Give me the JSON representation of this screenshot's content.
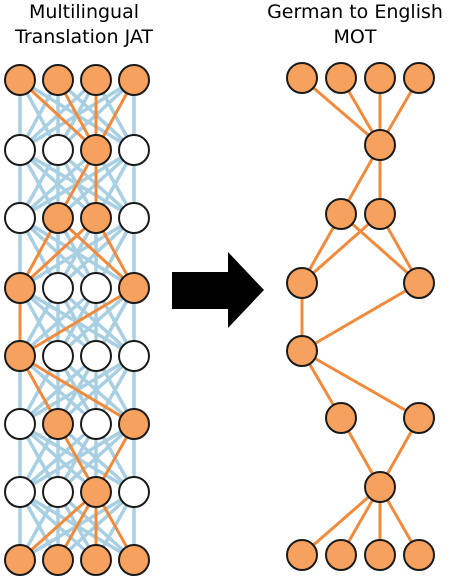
{
  "left_panel": {
    "title_line1": "Multilingual",
    "title_line2": "Translation JAT",
    "layers": [
      [
        1,
        1,
        1,
        1
      ],
      [
        0,
        0,
        1,
        0
      ],
      [
        0,
        1,
        1,
        0
      ],
      [
        1,
        0,
        0,
        1
      ],
      [
        1,
        0,
        0,
        0
      ],
      [
        0,
        1,
        0,
        1
      ],
      [
        0,
        0,
        1,
        0
      ],
      [
        1,
        1,
        1,
        1
      ]
    ]
  },
  "right_panel": {
    "title_line1": "German to English",
    "title_line2": "MOT"
  },
  "colors": {
    "active_fill": "#F6A15D",
    "edge_active": "#F08A3C",
    "edge_inactive": "#A9CFE3",
    "arrow": "#000000"
  }
}
